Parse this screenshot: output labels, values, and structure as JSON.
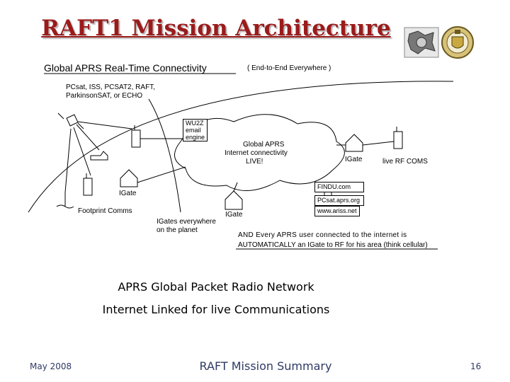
{
  "slide": {
    "title": "RAFT1 Mission Architecture",
    "diagram_title": "Global APRS Real-Time Connectivity",
    "diagram_subtitle": "( End-to-End Everywhere )",
    "satellites_label_1": "PCsat, ISS, PCSAT2, RAFT,",
    "satellites_label_2": "ParkinsonSAT, or ECHO",
    "email_engine_1": "WU2Z",
    "email_engine_2": "email",
    "email_engine_3": "engine",
    "internet_1": "Global APRS",
    "internet_2": "Internet connectivity",
    "internet_3": "LIVE!",
    "igate_left": "IGate",
    "igate_middle": "IGate",
    "igate_right": "IGate",
    "live_rf": "live RF COMS",
    "findu": "FINDU.com",
    "pcsat_site": "PCsat.aprs.org",
    "ariss_site": "www.ariss.net",
    "footprint": "Footprint Comms",
    "igates_everywhere_1": "IGates everywhere",
    "igates_everywhere_2": "on the planet",
    "note_1": "AND Every APRS user connected to the internet is",
    "note_2": "AUTOMATICALLY an IGate to RF for his area (think cellular)",
    "caption_1": "APRS Global Packet Radio Network",
    "caption_2": "Internet Linked for live Communications",
    "footer_date": "May 2008",
    "footer_center": "RAFT Mission Summary",
    "footer_page": "16"
  },
  "colors": {
    "title": "#9b1b1b",
    "footer": "#2f3a66"
  },
  "icons": [
    "satellite-icon",
    "handheld-radio-icon",
    "house-icon",
    "vehicle-icon",
    "antenna-icon",
    "seal-logo-icon"
  ]
}
